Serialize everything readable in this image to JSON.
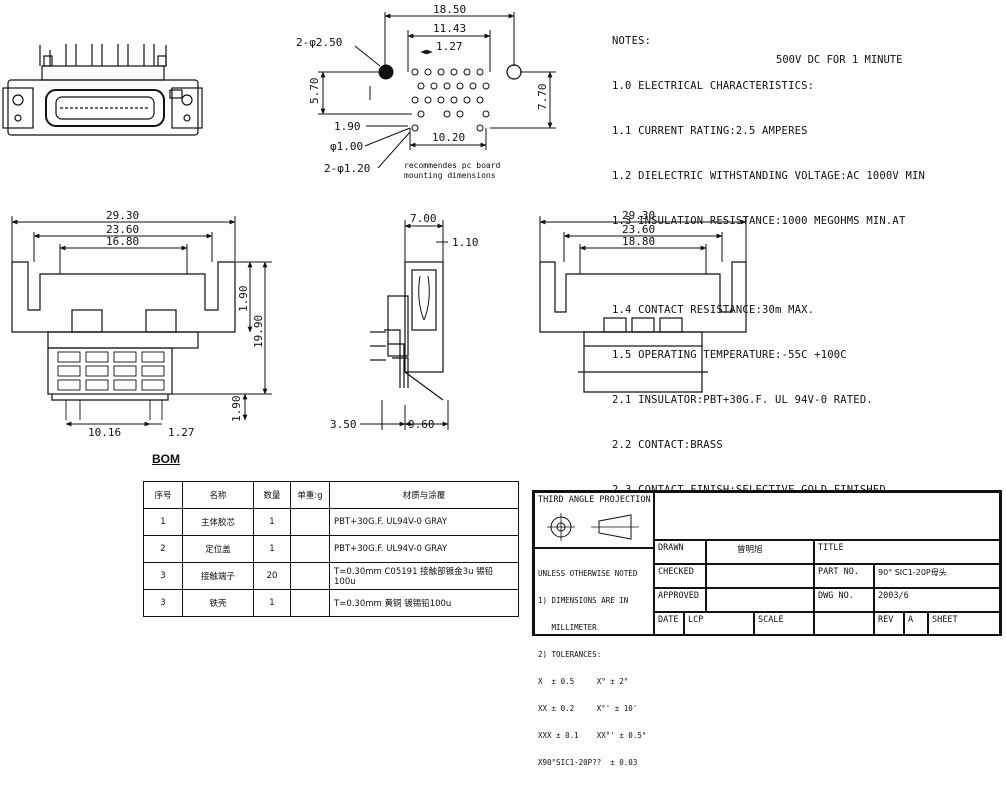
{
  "notes": {
    "heading": "NOTES:",
    "lines": [
      "1.0 ELECTRICAL CHARACTERISTICS:",
      "1.1 CURRENT RATING:2.5 AMPERES",
      "1.2 DIELECTRIC WITHSTANDING VOLTAGE:AC 1000V MIN",
      "1.3 INSULATION RESISTANCE:1000 MEGOHMS MIN.AT",
      "1.4 CONTACT RESISTANCE:30m MAX.",
      "1.5 OPERATING TEMPERATURE:-55C +100C",
      "2.1 INSULATOR:PBT+30G.F. UL 94V-0 RATED.",
      "2.2 CONTACT:BRASS",
      "2.3 CONTACT FINISH:SELECTIVE GOLD FINISHED"
    ],
    "overprint": "500V DC FOR 1 MINUTE"
  },
  "pcb_layout": {
    "dims": {
      "overall": "18.50",
      "pitch_wide": "11.43",
      "pitch": "1.27",
      "big_holes": "2-φ2.50",
      "height_left": "5.70",
      "height_right": "7.70",
      "offset": "1.90",
      "hole_small": "φ1.00",
      "span": "10.20",
      "small_holes": "2-φ1.20"
    },
    "caption_1": "recommendes pc board",
    "caption_2": "mounting dimensions"
  },
  "front_view": {
    "dims": {
      "w1": "29.30",
      "w2": "23.60",
      "w3": "16.80",
      "h1": "1.90",
      "h2": "19.90",
      "h3": "1.90",
      "pitch_total": "10.16",
      "pitch": "1.27"
    }
  },
  "side_view": {
    "dims": {
      "top": "7.00",
      "top2": "1.10",
      "bottom_left": "3.50",
      "bottom": "9.60"
    }
  },
  "back_view": {
    "dims": {
      "w1": "29.30",
      "w2": "23.60",
      "w3": "18.80"
    }
  },
  "bom": {
    "title": "BOM",
    "headers": [
      "序号",
      "名称",
      "数量",
      "单重:g",
      "材质与涂覆"
    ],
    "rows": [
      {
        "no": "1",
        "name": "主体胶芯",
        "qty": "1",
        "weight": "",
        "material": "PBT+30G.F. UL94V-0 GRAY"
      },
      {
        "no": "2",
        "name": "定位盖",
        "qty": "1",
        "weight": "",
        "material": "PBT+30G.F. UL94V-0 GRAY"
      },
      {
        "no": "3",
        "name": "接触端子",
        "qty": "20",
        "weight": "",
        "material": "T=0.30mm C05191 接触部镀金3u 锡铅100u"
      },
      {
        "no": "3",
        "name": "铁壳",
        "qty": "1",
        "weight": "",
        "material": "T=0.30mm 黄铜 镀锡铅100u"
      }
    ]
  },
  "title_block": {
    "projection": "THIRD ANGLE PROJECTION",
    "tolerance_lines": [
      "UNLESS OTHERWISE NOTED",
      "1) DIMENSIONS ARE IN",
      "   MILLIMETER",
      "2) TOLERANCES:",
      "X  ± 0.5     X° ± 2°",
      "XX ± 0.2     X°' ± 10'",
      "XXX ± 0.1    XX°' ± 0.5°"
    ],
    "part_footer": "X90°SIC1-20P??  ± 0.03",
    "drawn_label": "DRAWN",
    "drawn_value": "曾明旭",
    "checked_label": "CHECKED",
    "approved_label": "APPROVED",
    "date_label": "DATE",
    "date_value": "LCP",
    "scale_label": "SCALE",
    "title_label": "TITLE",
    "part_no_label": "PART NO.",
    "part_no_value": "90° SIC1-20P母头",
    "dwg_no_label": "DWG NO.",
    "dwg_no_value": "2003/6",
    "rev_label": "REV",
    "rev_value": "A",
    "sheet_label": "SHEET"
  }
}
